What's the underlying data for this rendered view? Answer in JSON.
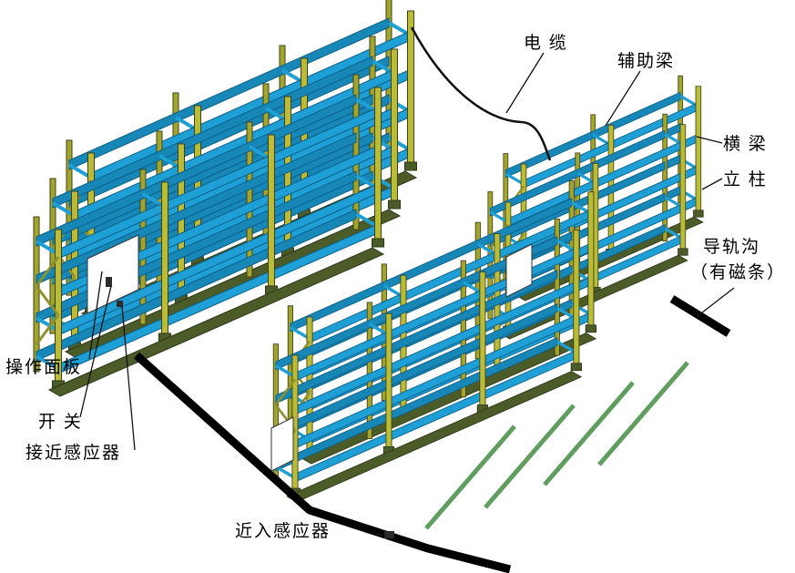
{
  "labels": {
    "cable": "电 缆",
    "auxiliary_beam": "辅助梁",
    "cross_beam": "横 梁",
    "upright_column": "立 柱",
    "rail_groove_line1": "导轨沟",
    "rail_groove_line2": "（有磁条）",
    "operation_panel": "操作面板",
    "switch": "开 关",
    "proximity_sensor": "接近感应器",
    "approach_sensor": "近入感应器"
  },
  "colors": {
    "beam": "#1e9fd6",
    "beam_outline": "#0b5e85",
    "beam_back": "#1787b8",
    "post": "#b9bc34",
    "post_outline": "#3f3f1b",
    "base": "#4c5c29",
    "rail_green": "#5f9e5f",
    "rail_black": "#000000",
    "cable": "#111111",
    "text": "#000000",
    "background": "#ffffff"
  }
}
